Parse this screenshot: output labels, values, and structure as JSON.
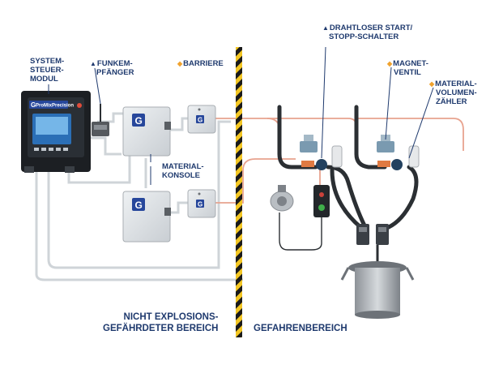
{
  "labels": {
    "system_module": [
      "SYSTEM-",
      "STEUER-",
      "MODUL"
    ],
    "radio_receiver": [
      "FUNKEM-",
      "PFÄNGER"
    ],
    "barrier": "BARRIERE",
    "material_console": [
      "MATERIAL-",
      "KONSOLE"
    ],
    "wireless_switch": [
      "DRAHTLOSER START/",
      "STOPP-SCHALTER"
    ],
    "magnet_valve": [
      "MAGNET-",
      "VENTIL"
    ],
    "volume_meter": [
      "MATERIAL-",
      "VOLUMEN-",
      "ZÄHLER"
    ]
  },
  "zones": {
    "safe_area": [
      "NICHT EXPLOSIONS-",
      "GEFÄHRDETER BEREICH"
    ],
    "hazard_area": "GEFAHRENBEREICH"
  },
  "logo": {
    "brand_mark": "G",
    "controller_brand": "ProMixPrecision"
  },
  "colors": {
    "label_blue": "#1f3a6e",
    "marker_orange": "#f0a22e",
    "divider_yellow": "#f3c623",
    "divider_black": "#1a1a1a",
    "cable_red": "#e8a38f",
    "cable_gray": "#cfd4d8",
    "hose_dark": "#2b2f33",
    "enclosure_gray": "#dfe3e6",
    "logo_blue": "#27479b"
  }
}
